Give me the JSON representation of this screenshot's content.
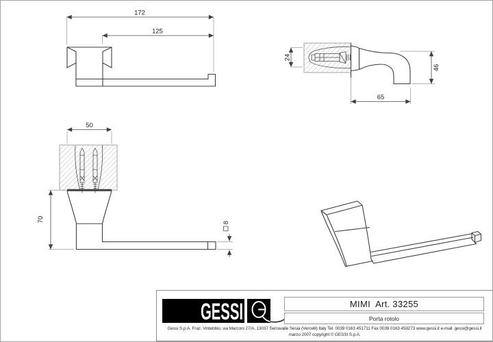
{
  "views": {
    "front": {
      "dim_total_length": "172",
      "dim_bar_length": "125"
    },
    "side": {
      "dim_recess_height": "24",
      "dim_arm_drop": "46",
      "dim_wall_depth": "65"
    },
    "plan": {
      "dim_plate_width": "50",
      "dim_overall_height": "70",
      "dim_bar_section": "8"
    }
  },
  "title_block": {
    "brand": "GESSI",
    "product": "MIMI  Art. 33255",
    "description": "Porta rotolo",
    "address": "Gessi S.p.A. Fraz. Vintebbio, via Marconi 27/A, 13037 Serravalle Sesia  (Vercelli) Italy Tel. 0039 0163 451711 Fax 0039 0163 459273 www.gessi.it  e-mail: gessi@gessi.it",
    "copyright": "marzo 2007 copyright © GESSI S.p.A."
  },
  "colors": {
    "object_line": "#3d3d3d",
    "dimension_line": "#4a4a4a",
    "extension_line": "#9b9b9b",
    "hatch": "#a3a3a3",
    "logo_background": "#000000",
    "page_background": "#ffffff"
  }
}
